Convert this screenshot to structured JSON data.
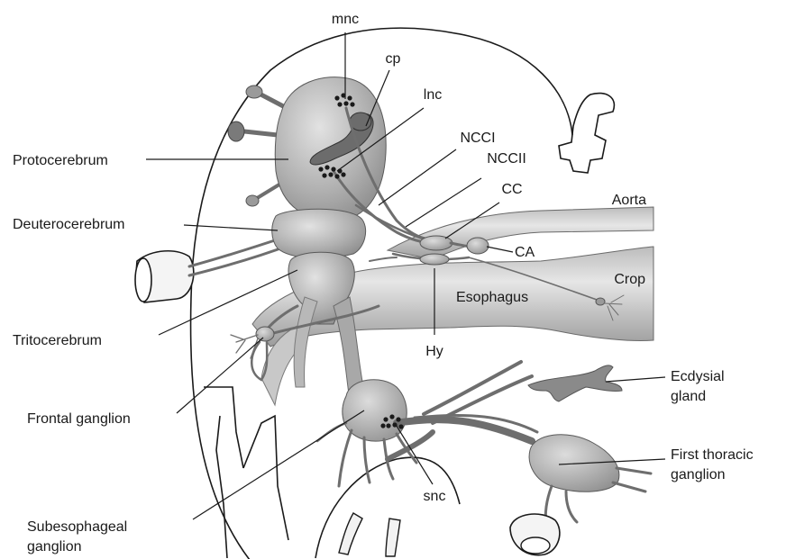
{
  "labels": {
    "mnc": "mnc",
    "cp": "cp",
    "lnc": "lnc",
    "ncci": "NCCI",
    "nccii": "NCCII",
    "cc": "CC",
    "aorta": "Aorta",
    "ca": "CA",
    "crop": "Crop",
    "esophagus": "Esophagus",
    "hy": "Hy",
    "protocerebrum": "Protocerebrum",
    "deuterocerebrum": "Deuterocerebrum",
    "tritocerebrum": "Tritocerebrum",
    "frontal_ganglion": "Frontal ganglion",
    "subesophageal_ganglion_line1": "Subesophageal",
    "subesophageal_ganglion_line2": "ganglion",
    "snc": "snc",
    "ecdysial_gland_line1": "Ecdysial",
    "ecdysial_gland_line2": "gland",
    "first_thoracic_ganglion_line1": "First thoracic",
    "first_thoracic_ganglion_line2": "ganglion"
  },
  "colors": {
    "tissue_light": "#d2d2d2",
    "tissue_mid": "#b4b4b4",
    "tissue_dark": "#7d7d7d",
    "cell_dots": "#1a1a1a",
    "outline": "#1a1a1a"
  }
}
